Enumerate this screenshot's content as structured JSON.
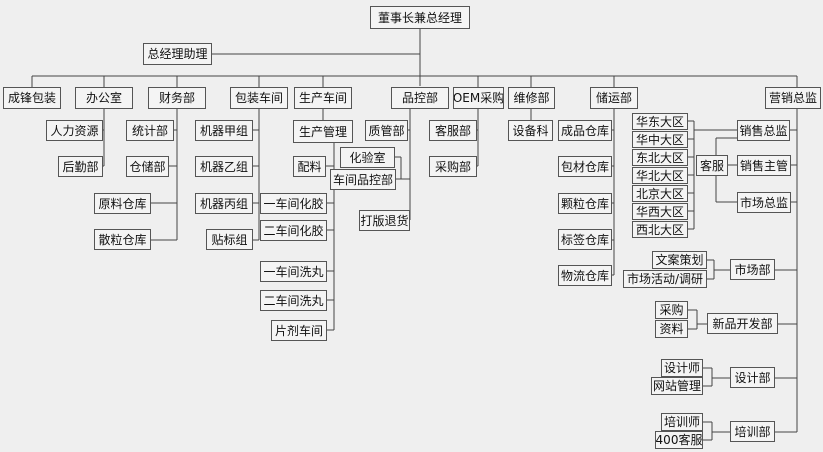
{
  "nodes": {
    "ceo": "董事长兼总经理",
    "assistant": "总经理助理",
    "chengfeng": "成锋包装",
    "office": "办公室",
    "finance": "财务部",
    "packaging_ws": "包装车间",
    "production_ws": "生产车间",
    "qc": "品控部",
    "oem": "OEM采购",
    "maintenance": "维修部",
    "storage_transport": "储运部",
    "marketing_director": "营销总监",
    "hr": "人力资源",
    "logistics": "后勤部",
    "statistics": "统计部",
    "warehouse": "仓储部",
    "raw_material_wh": "原料仓库",
    "bulk_granule_wh": "散粒仓库",
    "machine_a": "机器甲组",
    "machine_b": "机器乙组",
    "machine_c": "机器丙组",
    "labeling": "贴标组",
    "prod_mgmt": "生产管理",
    "batching": "配料",
    "ws1_gel": "一车间化胶",
    "ws2_gel": "二车间化胶",
    "ws1_wash": "一车间洗丸",
    "ws2_wash": "二车间洗丸",
    "tablet_ws": "片剂车间",
    "qm": "质管部",
    "lab": "化验室",
    "ws_qc": "车间品控部",
    "proof_return": "打版退货",
    "customer_service_dept": "客服部",
    "purchasing_dept": "采购部",
    "equipment": "设备科",
    "finished_wh": "成品仓库",
    "packaging_wh": "包材仓库",
    "granule_wh": "颗粒仓库",
    "label_wh": "标签仓库",
    "logistics_wh": "物流仓库",
    "east": "华东大区",
    "central": "华中大区",
    "northeast": "东北大区",
    "north": "华北大区",
    "beijing": "北京大区",
    "west": "华西大区",
    "northwest": "西北大区",
    "sales_director": "销售总监",
    "customer_service": "客服",
    "sales_supervisor": "销售主管",
    "market_director": "市场总监",
    "copywriting": "文案策划",
    "market_research": "市场活动/调研",
    "market_dept": "市场部",
    "purchasing": "采购",
    "materials": "资料",
    "new_product_dept": "新品开发部",
    "designer": "设计师",
    "website_mgmt": "网站管理",
    "design_dept": "设计部",
    "trainer": "培训师",
    "hotline_400": "400客服",
    "training_dept": "培训部"
  }
}
